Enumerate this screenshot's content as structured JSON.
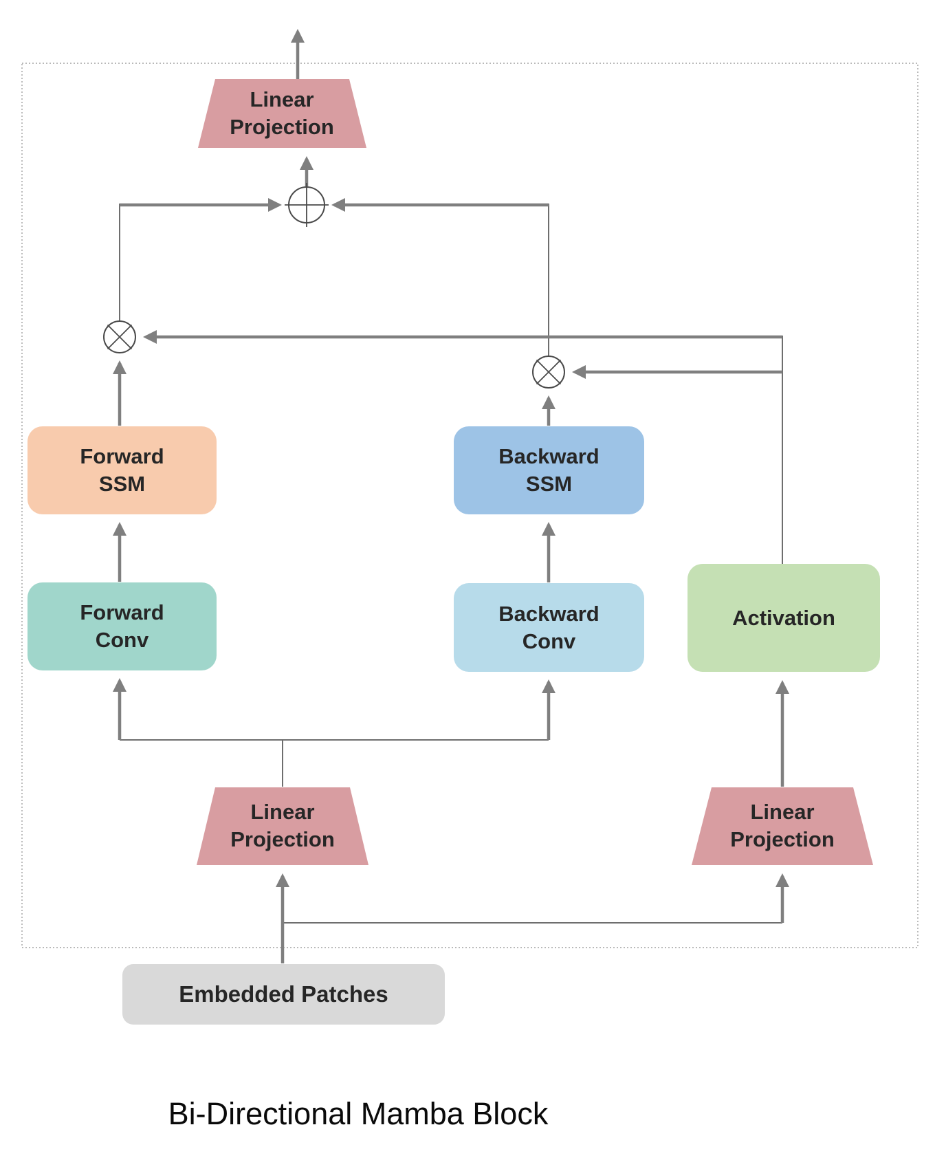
{
  "figure": {
    "caption": "Bi-Directional Mamba Block",
    "colors": {
      "linear_projection": "#D89DA1",
      "forward_ssm": "#F8CBAD",
      "forward_conv": "#A0D6CB",
      "backward_ssm": "#9DC3E6",
      "backward_conv": "#B7DBEA",
      "activation": "#C5E0B4",
      "embedded_patches": "#D9D9D9",
      "line": "#7F7F7F",
      "operator_stroke": "#4A4A4A",
      "border": "#8F8F8F"
    },
    "nodes": {
      "linear_projection_top": {
        "label": "Linear\nProjection",
        "shape": "trapezoid"
      },
      "forward_ssm": {
        "label": "Forward\nSSM",
        "shape": "rounded-box"
      },
      "backward_ssm": {
        "label": "Backward\nSSM",
        "shape": "rounded-box"
      },
      "forward_conv": {
        "label": "Forward\nConv",
        "shape": "rounded-box"
      },
      "backward_conv": {
        "label": "Backward\nConv",
        "shape": "rounded-box"
      },
      "activation": {
        "label": "Activation",
        "shape": "rounded-box"
      },
      "linear_projection_bottom_left": {
        "label": "Linear\nProjection",
        "shape": "trapezoid"
      },
      "linear_projection_bottom_right": {
        "label": "Linear\nProjection",
        "shape": "trapezoid"
      },
      "embedded_patches": {
        "label": "Embedded Patches",
        "shape": "rounded-box"
      }
    },
    "operators": {
      "sum_node": "circle-plus",
      "multiply_node_left": "circle-multiply",
      "multiply_node_right": "circle-multiply"
    }
  }
}
